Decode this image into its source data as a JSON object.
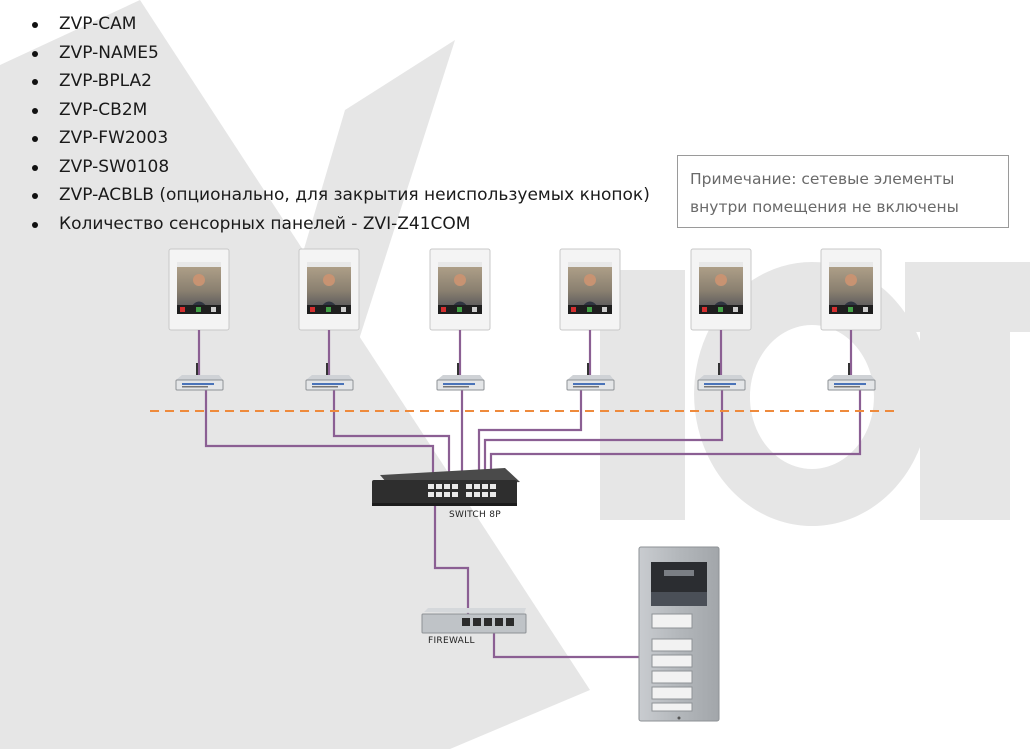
{
  "parts_list": [
    "ZVP-CAM",
    "ZVP-NAME5",
    "ZVP-BPLA2",
    "ZVP-CB2M",
    "ZVP-FW2003",
    "ZVP-SW0108",
    "ZVP-ACBLB (опционально, для закрытия неиспользуемых кнопок)",
    "Количество сенсорных панелей - ZVI-Z41COM"
  ],
  "note": {
    "line1": "Примечание: сетевые элементы",
    "line2": "внутри помещения не включены"
  },
  "labels": {
    "switch": "SWITCH 8P",
    "firewall": "FIREWALL"
  },
  "watermark": "XIOT",
  "colors": {
    "cable": "#8b5f93",
    "boundary": "#ee8a3c",
    "watermark": "#e6e6e6",
    "switch_body": "#2e2e2e",
    "firewall_body": "#bfc3c7",
    "door_station": "#b8bcc0"
  },
  "devices": {
    "touch_panels": 6,
    "routers": 6,
    "switch_ports": 16,
    "firewall_ports": 5,
    "door_station_buttons": 5
  }
}
